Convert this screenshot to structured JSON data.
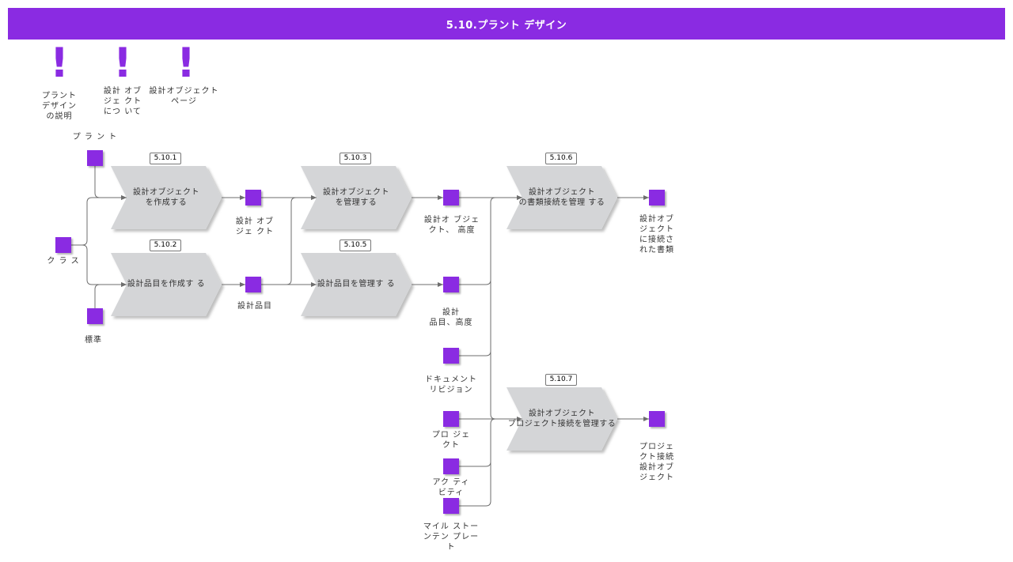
{
  "header": {
    "title": "5.10.プラント デザイン"
  },
  "notes": [
    {
      "label": "プラント\nデザイン\nの説明"
    },
    {
      "label": "設計 オブ\nジェ クト\nにつ いて"
    },
    {
      "label": "設計オブジェクト\nページ"
    }
  ],
  "inputs": {
    "plant": "プ ラ ン ト",
    "class": "ク ラ ス",
    "standard": "標準"
  },
  "processes": [
    {
      "id": "5.10.1",
      "label": "設計オブジェクト\nを作成する"
    },
    {
      "id": "5.10.2",
      "label": "設計品目を作成す る"
    },
    {
      "id": "5.10.3",
      "label": "設計オブジェクト\nを管理する"
    },
    {
      "id": "5.10.5",
      "label": "設計品目を管理す る"
    },
    {
      "id": "5.10.6",
      "label": "設計オブジェクト\nの書類接続を管理 する"
    },
    {
      "id": "5.10.7",
      "label": "設計オブジェクト\nプロジェクト接続を管理する"
    }
  ],
  "objects": {
    "design_object": "設計 オブ\nジェ クト",
    "design_item": "設計品目",
    "design_object_height": "設計オ ブジェ\nクト、 高度",
    "design_item_height": "設計\n品目、高度",
    "document_revision": "ドキュメント\nリビジョン",
    "project": "プロ ジェ\nクト",
    "activity": "アク ティ\nビティ",
    "milestone_template": "マイル ストー\nンテン プレー\nト",
    "connected_documents": "設計オブ\nジェクト\nに接続さ\nれた書類",
    "project_connected": "プロジェ\nクト接続\n設計オブ\nジェクト"
  },
  "colors": {
    "header": "#8a2be2",
    "object_square": "#8a2be2",
    "process_fill": "#d4d5d7",
    "connector": "#6e6e6e"
  }
}
